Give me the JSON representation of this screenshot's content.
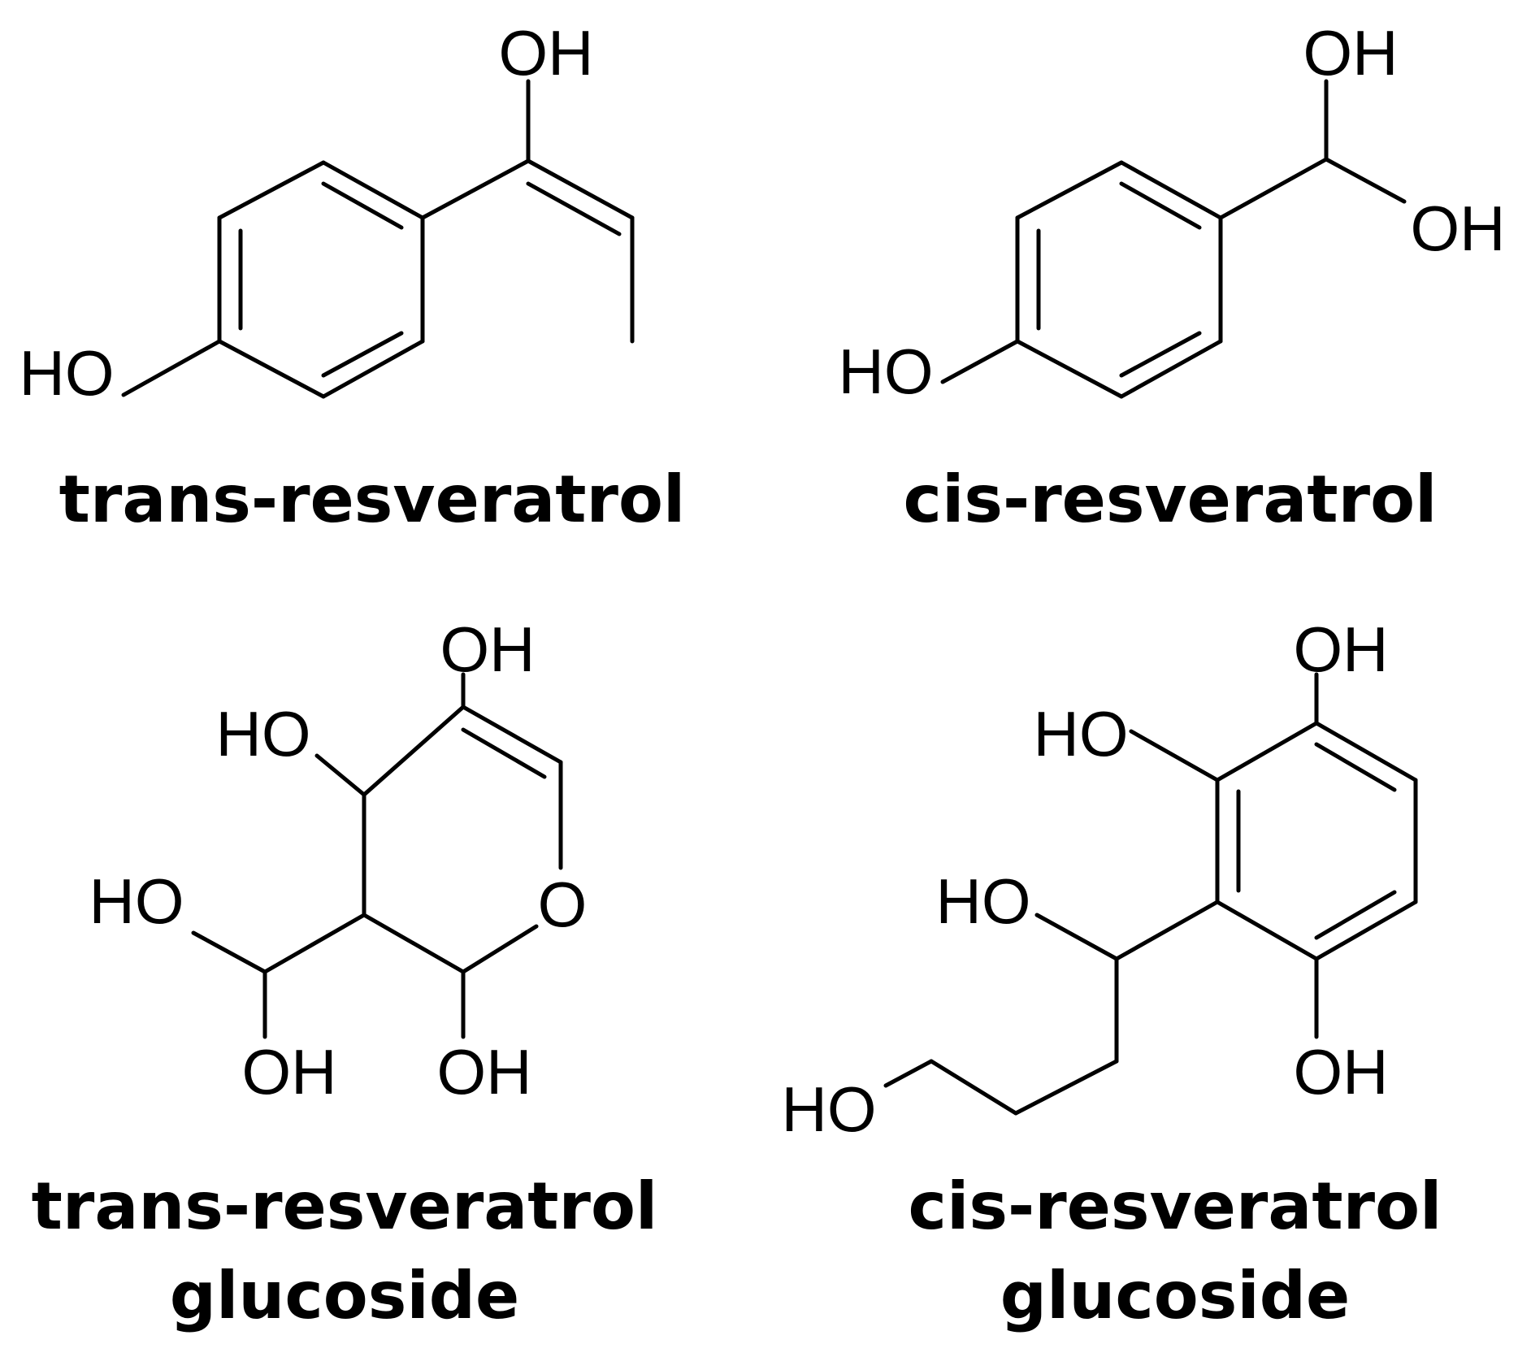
{
  "figure": {
    "molecules": [
      {
        "id": "trans-resveratrol",
        "name_lines": [
          "trans-resveratrol"
        ],
        "atom_labels": [
          "OH",
          "HO"
        ]
      },
      {
        "id": "cis-resveratrol",
        "name_lines": [
          "cis-resveratrol"
        ],
        "atom_labels": [
          "OH",
          "OH",
          "HO"
        ]
      },
      {
        "id": "trans-resveratrol-glucoside",
        "name_lines": [
          "trans-resveratrol",
          "glucoside"
        ],
        "atom_labels": [
          "OH",
          "HO",
          "HO",
          "O",
          "OH",
          "OH"
        ]
      },
      {
        "id": "cis-resveratrol-glucoside",
        "name_lines": [
          "cis-resveratrol",
          "glucoside"
        ],
        "atom_labels": [
          "OH",
          "HO",
          "HO",
          "OH",
          "HO"
        ]
      }
    ],
    "colors": {
      "ink": "#000000",
      "background": "#ffffff"
    }
  }
}
